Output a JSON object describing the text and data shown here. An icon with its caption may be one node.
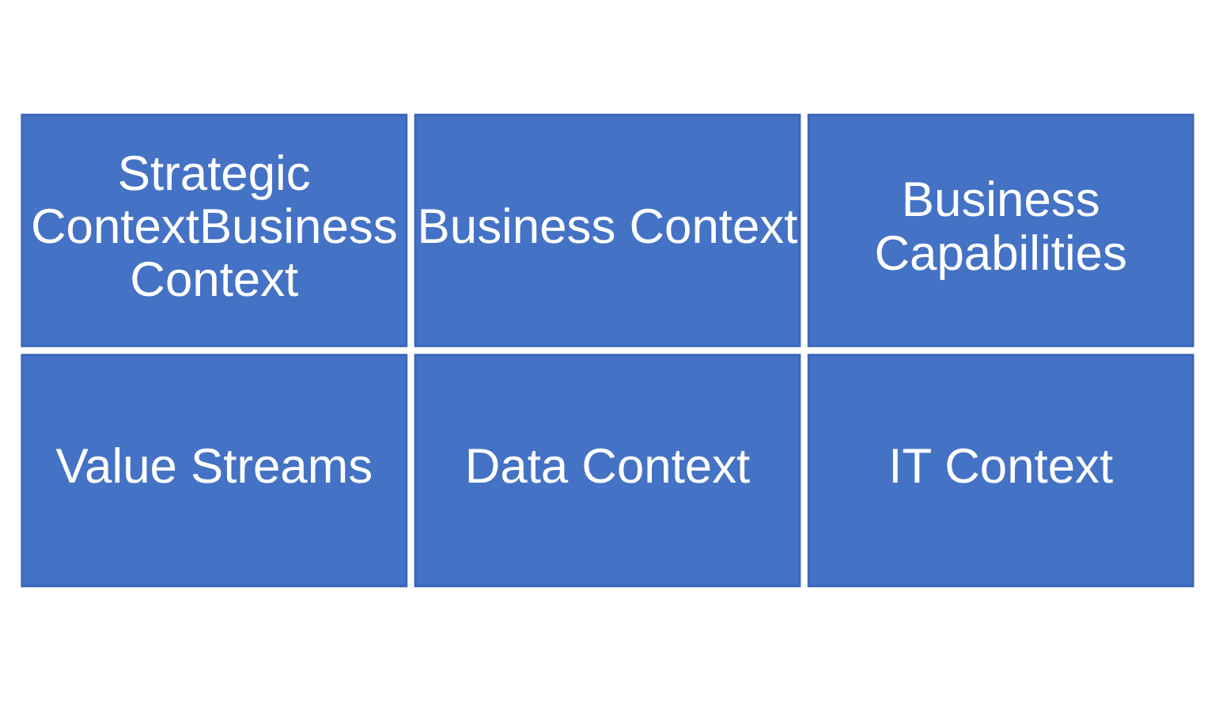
{
  "diagram": {
    "nodes": [
      {
        "text": [
          "Strategic ContextBusiness Context"
        ]
      },
      {
        "text": [
          "Business Context"
        ]
      },
      {
        "text": [
          "Business Capabilities"
        ]
      },
      {
        "text": [
          "Value Streams"
        ]
      },
      {
        "text": [
          "Data Context"
        ]
      },
      {
        "text": [
          "IT Context"
        ]
      }
    ],
    "edges": []
  }
}
